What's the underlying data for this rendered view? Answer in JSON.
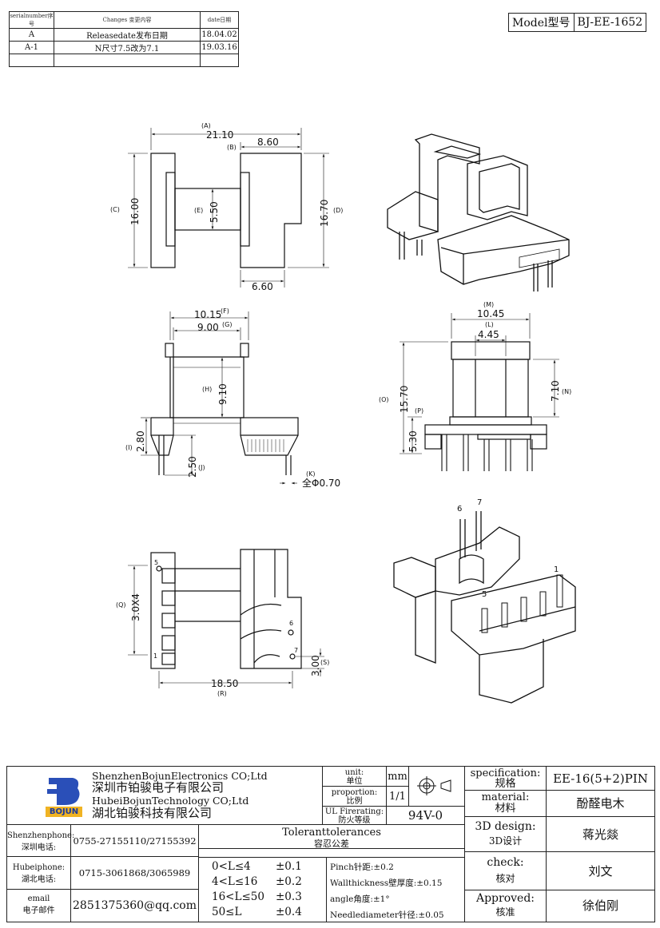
{
  "revision_table": {
    "headers": [
      "serialnumber序号",
      "Changes 变更内容",
      "date日期"
    ],
    "rows": [
      {
        "serial": "A",
        "change": "Releasedate发布日期",
        "date": "18.04.02"
      },
      {
        "serial": "A-1",
        "change": "N尺寸7.5改为7.1",
        "date": "19.03.16"
      },
      {
        "serial": "",
        "change": "",
        "date": ""
      }
    ]
  },
  "model": {
    "label": "Model型号",
    "value": "BJ-EE-1652"
  },
  "dims": {
    "A": "(A)",
    "A_val": "21.10",
    "B": "(B)",
    "B_val": "8.60",
    "C": "(C)",
    "C_val": "16.00",
    "E": "(E)",
    "E_val": "5.50",
    "D": "(D)",
    "D_val": "16.70",
    "six60": "6.60",
    "F": "(F)",
    "F_val": "10.15",
    "G": "(G)",
    "G_val": "9.00",
    "H": "(H)",
    "H_val": "9.10",
    "I": "(I)",
    "I_val": "2.80",
    "J": "(J)",
    "J_val": "2.50",
    "K": "(K)",
    "K_val": "全Φ0.70",
    "M": "(M)",
    "M_val": "10.45",
    "L": "(L)",
    "L_val": "4.45",
    "O": "(O)",
    "O_val": "15.70",
    "N": "(N)",
    "N_val": "7.10",
    "P": "(P)",
    "P_val": "5.30",
    "Q": "(Q)",
    "Q_val": "3.0X4",
    "R": "(R)",
    "R_val": "18.50",
    "S": "(S)",
    "S_val": "3.00",
    "pin5": "5",
    "pin1": "1",
    "pin6": "6",
    "pin7": "7"
  },
  "iso_pins": {
    "p6": "6",
    "p7": "7",
    "p5": "5",
    "p1": "1"
  },
  "title_block": {
    "logo_text": "BOJUN",
    "company_en1": "ShenzhenBojunElectronics CO;Ltd",
    "company_cn1": "深圳市铂骏电子有限公司",
    "company_en2": "HubeiBojunTechnology CO;Ltd",
    "company_cn2": "湖北铂骏科技有限公司",
    "unit_label": "unit:",
    "unit_label_cn": "单位",
    "unit_val": "mm",
    "prop_label": "proportion:",
    "prop_label_cn": "比例",
    "prop_val": "1/1",
    "ul_label": "UL Firerating:",
    "ul_label_cn": "防火等级",
    "ul_val": "94V-0",
    "spec_label": "specification:",
    "spec_label_cn": "规格",
    "spec_val": "EE-16(5+2)PIN",
    "material_label": "material:",
    "material_label_cn": "材料",
    "material_val": "酚醛电木",
    "design_label": "3D design:",
    "design_label_cn": "3D设计",
    "design_val": "蒋光燚",
    "check_label": "check:",
    "check_label_cn": "核对",
    "check_val": "刘文",
    "approved_label": "Approved:",
    "approved_label_cn": "核准",
    "approved_val": "徐伯刚",
    "sz_phone_label": "Shenzhenphone:",
    "sz_phone_label_cn": "深圳电话:",
    "sz_phone": "0755-27155110/27155392",
    "hb_phone_label": "Hubeiphone:",
    "hb_phone_label_cn": "湖北电话:",
    "hb_phone": "0715-3061868/3065989",
    "email_label": "email",
    "email_label_cn": "电子邮件",
    "email": "2851375360@qq.com",
    "tol_title": "Toleranttolerances",
    "tol_title_cn": "容忍公差",
    "tol_rows": [
      {
        "range": "0<L≤4",
        "tol": "±0.1"
      },
      {
        "range": "4<L≤16",
        "tol": "±0.2"
      },
      {
        "range": "16<L≤50",
        "tol": "±0.3"
      },
      {
        "range": "50≤L",
        "tol": "±0.4"
      }
    ],
    "notes": [
      "Pinch针距:±0.2",
      "Wallthickness壁厚度:±0.15",
      "angle角度:±1°",
      "Needlediameter针径:±0.05"
    ]
  }
}
